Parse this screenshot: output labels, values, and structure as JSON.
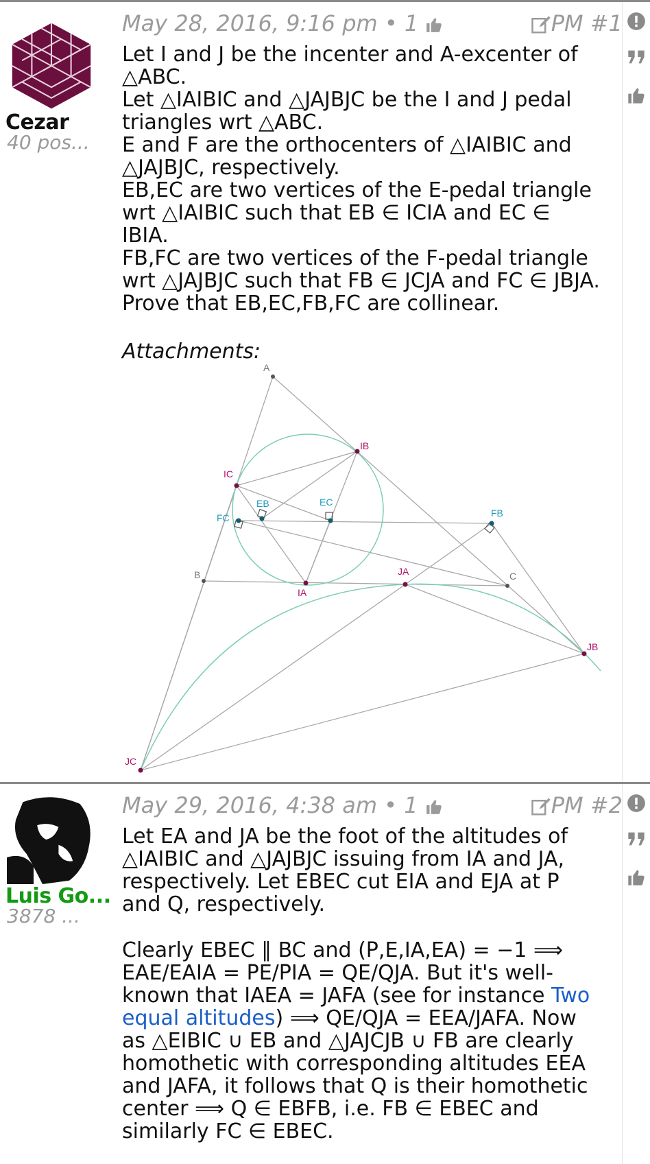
{
  "posts": [
    {
      "user": {
        "name": "Cezar",
        "posts": "40 pos..."
      },
      "meta": {
        "date": "May 28, 2016, 9:16 pm",
        "likes": "1",
        "pm": "PM #1"
      },
      "body": [
        "Let I and J be the incenter and A-excenter of △ABC.",
        "Let △IAIBIC and △JAJBJC be the I and J pedal triangles wrt △ABC.",
        "E and F are the orthocenters of △IAIBIC and △JAJBJC, respectively.",
        "EB,EC are two vertices of the E-pedal triangle wrt △IAIBIC such that EB ∈ ICIA and EC ∈ IBIA.",
        "FB,FC are two vertices of the F-pedal triangle wrt △JAJBJC such that FB ∈ JCJA and FC ∈ JBJA.",
        "Prove that EB,EC,FB,FC are collinear."
      ],
      "attachments_label": "Attachments:",
      "figure_labels": {
        "A": "A",
        "B": "B",
        "C": "C",
        "IA": "IA",
        "IB": "IB",
        "IC": "IC",
        "EB": "EB",
        "EC": "EC",
        "FB": "FB",
        "FC": "FC",
        "JA": "JA",
        "JB": "JB",
        "JC": "JC"
      }
    },
    {
      "user": {
        "name": "Luis Go...",
        "posts": "3878 ..."
      },
      "meta": {
        "date": "May 29, 2016, 4:38 am",
        "likes": "1",
        "pm": "PM #2"
      },
      "body": [
        "Let EA and JA be the foot of the altitudes of △IAIBIC and △JAJBJC issuing from IA and JA, respectively. Let EBEC cut EIA and EJA at P and Q, respectively.",
        "Clearly EBEC ∥ BC and (P,E,IA,EA) = −1 ⟹ EAE/EAIA = PE/PIA = QE/QJA. But it's well-known that IAEA = JAFA (see for instance",
        "Two equal altitudes",
        ") ⟹ QE/QJA = EEA/JAFA. Now as △EIBIC ∪ EB and △JAJCJB ∪ FB are clearly homothetic with corresponding altitudes EEA and JAFA, it follows that Q is their homothetic center ⟹ Q ∈ EBFB, i.e. FB ∈ EBEC and similarly FC ∈ EBEC."
      ]
    }
  ],
  "colors": {
    "username2": "#139a13",
    "link": "#1a5fc8",
    "meta": "#9b9b9b",
    "avatar1": "#6b0f3e"
  },
  "icons": [
    "edit-icon",
    "thumbs-up-icon",
    "report-icon",
    "quote-icon"
  ]
}
